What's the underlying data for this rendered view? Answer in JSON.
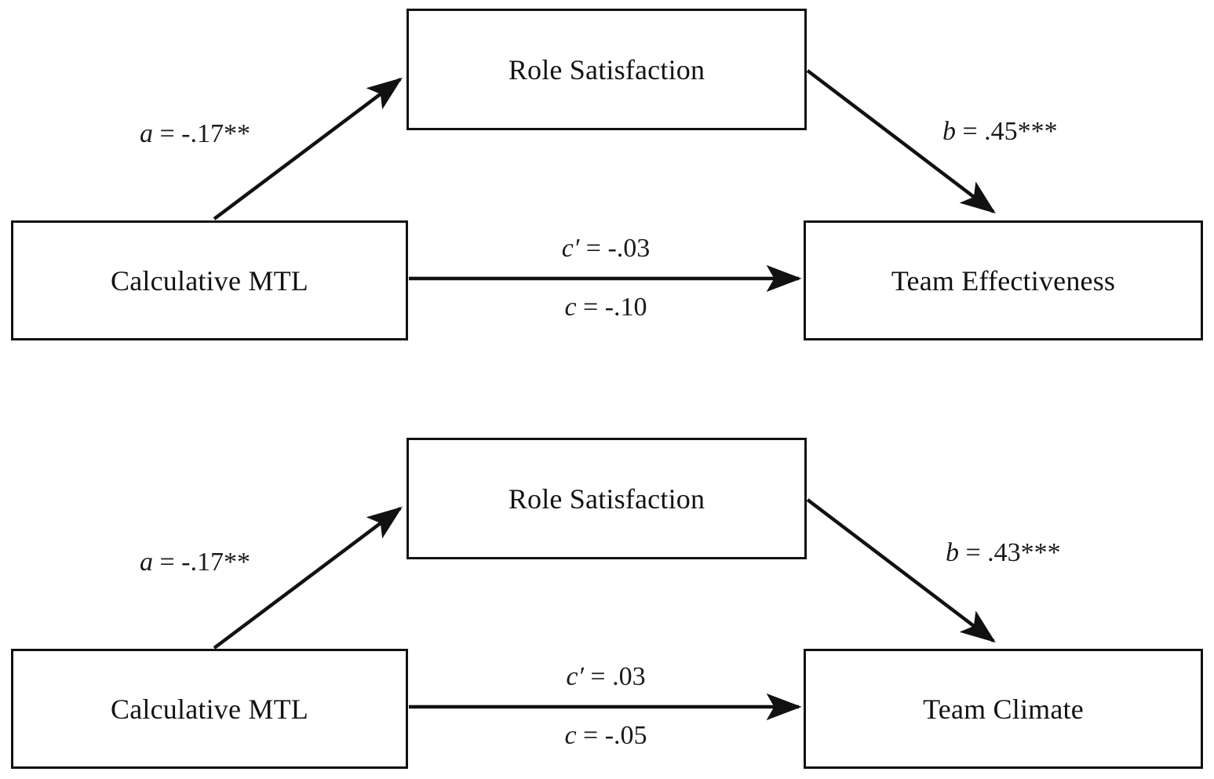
{
  "figure": {
    "type": "mediation-path-diagram",
    "panel_count": 2,
    "line_color": "#111111",
    "box_fill": "#ffffff",
    "text_color": "#121212"
  },
  "panels": [
    {
      "id": "panel-team-effectiveness",
      "nodes": {
        "predictor": "Calculative MTL",
        "mediator": "Role Satisfaction",
        "outcome": "Team Effectiveness"
      },
      "paths": {
        "a": {
          "symbol": "a",
          "rest": " = -.17**",
          "full": "a = -.17**",
          "coefficient": -0.17,
          "stars": "**"
        },
        "b": {
          "symbol": "b",
          "rest": " = .45***",
          "full": "b = .45***",
          "coefficient": 0.45,
          "stars": "***"
        },
        "c_prime": {
          "symbol": "c′",
          "rest": " = -.03",
          "full": "c′ = -.03",
          "coefficient": -0.03,
          "stars": ""
        },
        "c": {
          "symbol": "c",
          "rest": " = -.10",
          "full": "c = -.10",
          "coefficient": -0.1,
          "stars": ""
        }
      }
    },
    {
      "id": "panel-team-climate",
      "nodes": {
        "predictor": "Calculative MTL",
        "mediator": "Role Satisfaction",
        "outcome": "Team Climate"
      },
      "paths": {
        "a": {
          "symbol": "a",
          "rest": " = -.17**",
          "full": "a = -.17**",
          "coefficient": -0.17,
          "stars": "**"
        },
        "b": {
          "symbol": "b",
          "rest": " = .43***",
          "full": "b = .43***",
          "coefficient": 0.43,
          "stars": "***"
        },
        "c_prime": {
          "symbol": "c′",
          "rest": " = .03",
          "full": "c′ = .03",
          "coefficient": 0.03,
          "stars": ""
        },
        "c": {
          "symbol": "c",
          "rest": " = -.05",
          "full": "c = -.05",
          "coefficient": -0.05,
          "stars": ""
        }
      }
    }
  ],
  "chart_data": {
    "type": "diagram",
    "title": "",
    "diagrams": [
      {
        "name": "Calculative MTL → Role Satisfaction → Team Effectiveness",
        "nodes": [
          "Calculative MTL",
          "Role Satisfaction",
          "Team Effectiveness"
        ],
        "edges": [
          {
            "from": "Calculative MTL",
            "to": "Role Satisfaction",
            "label": "a = -.17**",
            "value": -0.17,
            "significance": "**"
          },
          {
            "from": "Role Satisfaction",
            "to": "Team Effectiveness",
            "label": "b = .45***",
            "value": 0.45,
            "significance": "***"
          },
          {
            "from": "Calculative MTL",
            "to": "Team Effectiveness",
            "label": "c′ = -.03",
            "value": -0.03,
            "significance": ""
          },
          {
            "from": "Calculative MTL",
            "to": "Team Effectiveness",
            "label": "c = -.10",
            "value": -0.1,
            "significance": ""
          }
        ]
      },
      {
        "name": "Calculative MTL → Role Satisfaction → Team Climate",
        "nodes": [
          "Calculative MTL",
          "Role Satisfaction",
          "Team Climate"
        ],
        "edges": [
          {
            "from": "Calculative MTL",
            "to": "Role Satisfaction",
            "label": "a = -.17**",
            "value": -0.17,
            "significance": "**"
          },
          {
            "from": "Role Satisfaction",
            "to": "Team Climate",
            "label": "b = .43***",
            "value": 0.43,
            "significance": "***"
          },
          {
            "from": "Calculative MTL",
            "to": "Team Climate",
            "label": "c′ = .03",
            "value": 0.03,
            "significance": ""
          },
          {
            "from": "Calculative MTL",
            "to": "Team Climate",
            "label": "c = -.05",
            "value": -0.05,
            "significance": ""
          }
        ]
      }
    ]
  }
}
